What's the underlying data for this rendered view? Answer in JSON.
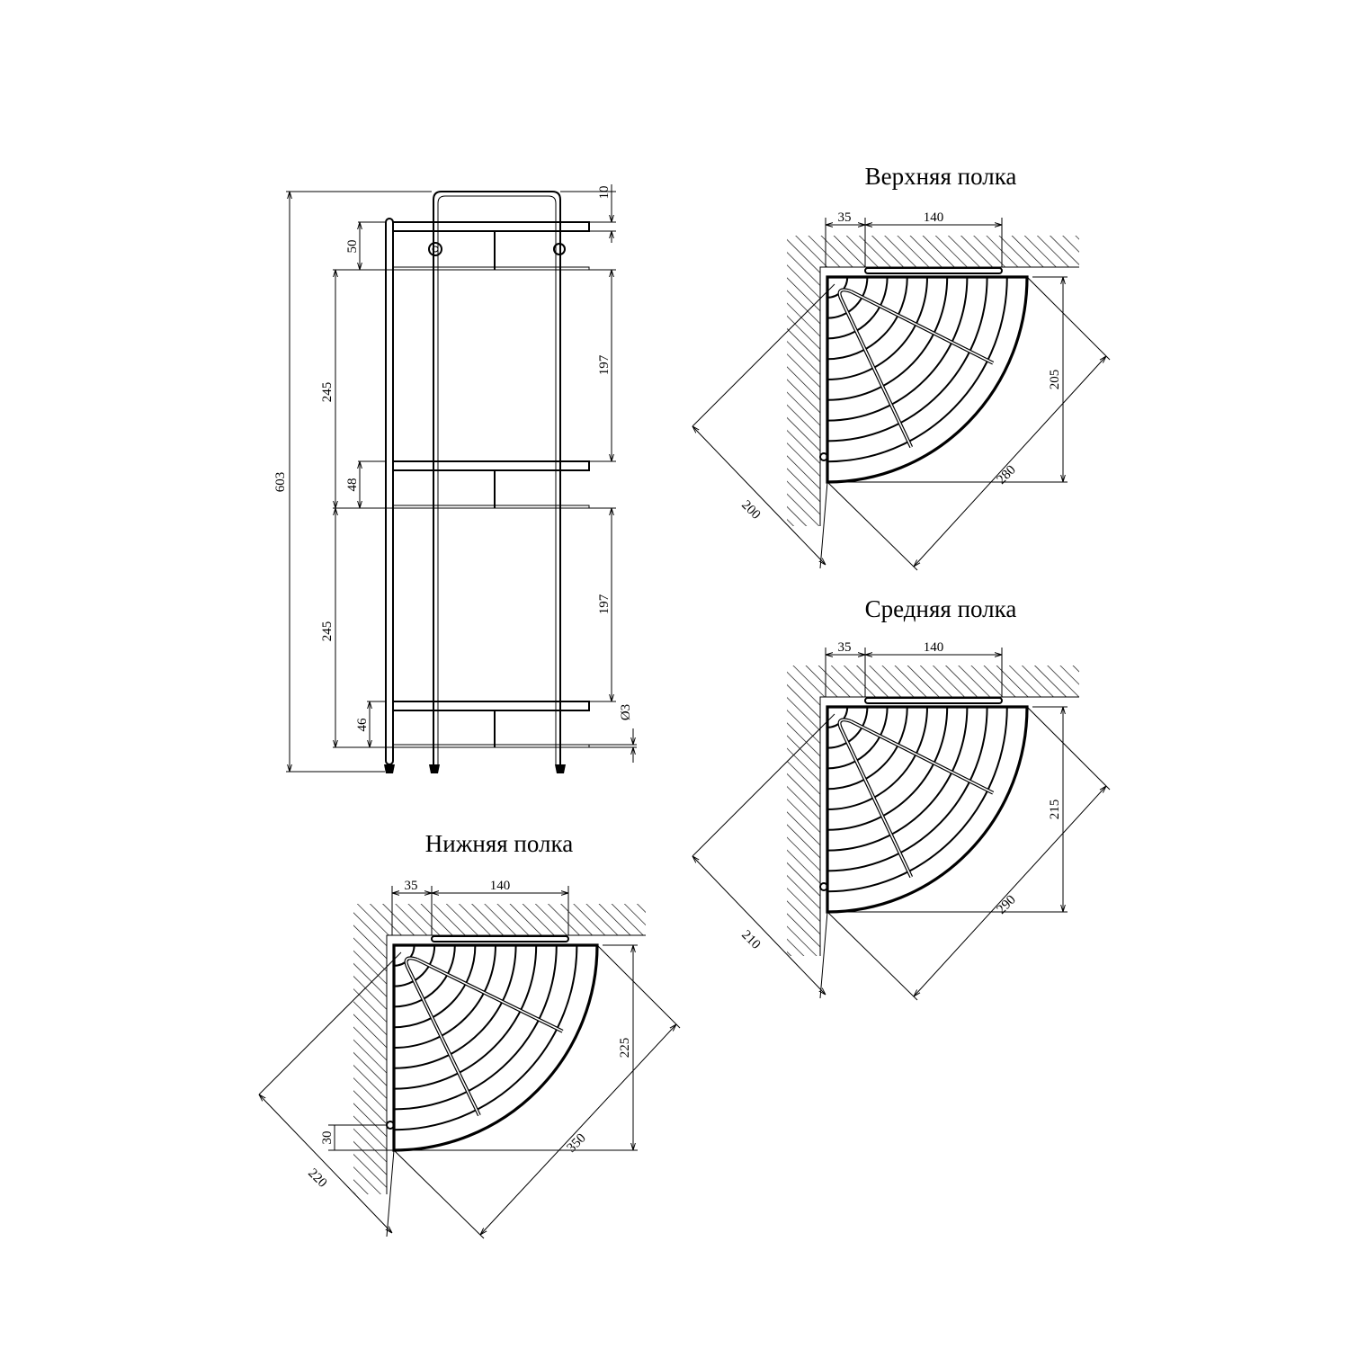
{
  "elevation": {
    "dims": {
      "overall_height": "603",
      "top_offset": "10",
      "top_shelf_depth": "50",
      "middle_shelf_depth": "48",
      "bottom_shelf_depth": "46",
      "spacing_upper": "245",
      "spacing_lower": "245",
      "clear_upper": "197",
      "clear_lower": "197",
      "wire_diameter": "Ø3"
    }
  },
  "shelves": [
    {
      "title": "Верхняя полка",
      "dim_left": "35",
      "dim_bracket": "140",
      "dim_height": "205",
      "dim_diag_short": "200",
      "dim_diag_long": "280"
    },
    {
      "title": "Средняя полка",
      "dim_left": "35",
      "dim_bracket": "140",
      "dim_height": "215",
      "dim_diag_short": "210",
      "dim_diag_long": "290"
    },
    {
      "title": "Нижняя полка",
      "dim_left": "35",
      "dim_bracket": "140",
      "dim_height": "225",
      "dim_diag_short": "220",
      "dim_diag_long": "350",
      "dim_mount": "30"
    }
  ]
}
